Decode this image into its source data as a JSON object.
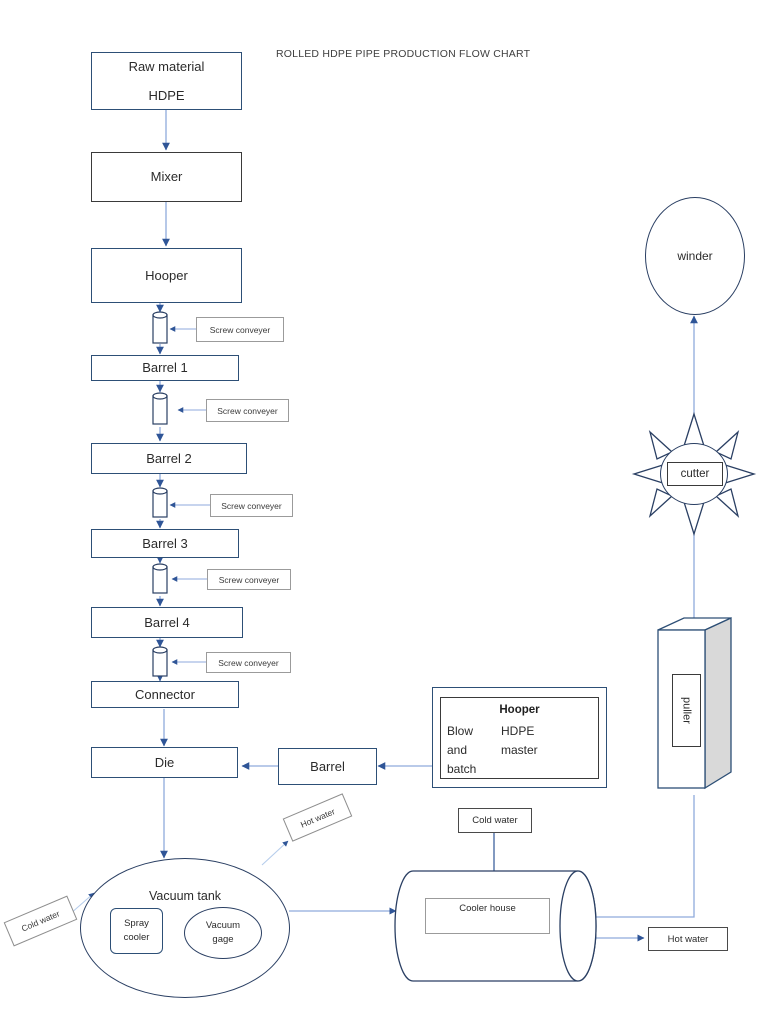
{
  "title": "ROLLED HDPE PIPE PRODUCTION FLOW CHART",
  "nodes": {
    "raw_material": {
      "line1": "Raw material",
      "line2": "HDPE"
    },
    "mixer": "Mixer",
    "hooper": "Hooper",
    "barrel1": "Barrel 1",
    "barrel2": "Barrel 2",
    "barrel3": "Barrel 3",
    "barrel4": "Barrel 4",
    "connector": "Connector",
    "die": "Die",
    "barrel_side": "Barrel",
    "vacuum_tank": "Vacuum tank",
    "spray_cooler": "Spray\ncooler",
    "spray_cooler_l1": "Spray",
    "spray_cooler_l2": "cooler",
    "vacuum_gage_l1": "Vacuum",
    "vacuum_gage_l2": "gage",
    "cooler_house": "Cooler house",
    "puller": "puller",
    "cutter": "cutter",
    "winder": "winder"
  },
  "masterbatch": {
    "heading": "Hooper",
    "col1_l1": "Blow",
    "col1_l2": "and",
    "col1_l3": "batch",
    "col2_l1": "HDPE",
    "col2_l2": "master"
  },
  "screw_conveyers": [
    "Screw conveyer",
    "Screw conveyer",
    "Screw conveyer",
    "Screw conveyer",
    "Screw conveyer"
  ],
  "water_tags": {
    "hot_water_tank": "Hot water",
    "cold_water_tank": "Cold water",
    "cold_water_cooler": "Cold water",
    "hot_water_cooler": "Hot water"
  },
  "colors": {
    "box_border": "#2d4f76",
    "box_border_dark": "#3a3a3a",
    "arrow": "#8faadc",
    "arrow_head": "#2f5597",
    "shape_outline": "#2a3f63",
    "tag_border": "#9b9b9b",
    "text": "#2b2b2b",
    "title_text": "#3f3f3f",
    "shade": "#d9d9d9",
    "background": "#ffffff"
  }
}
